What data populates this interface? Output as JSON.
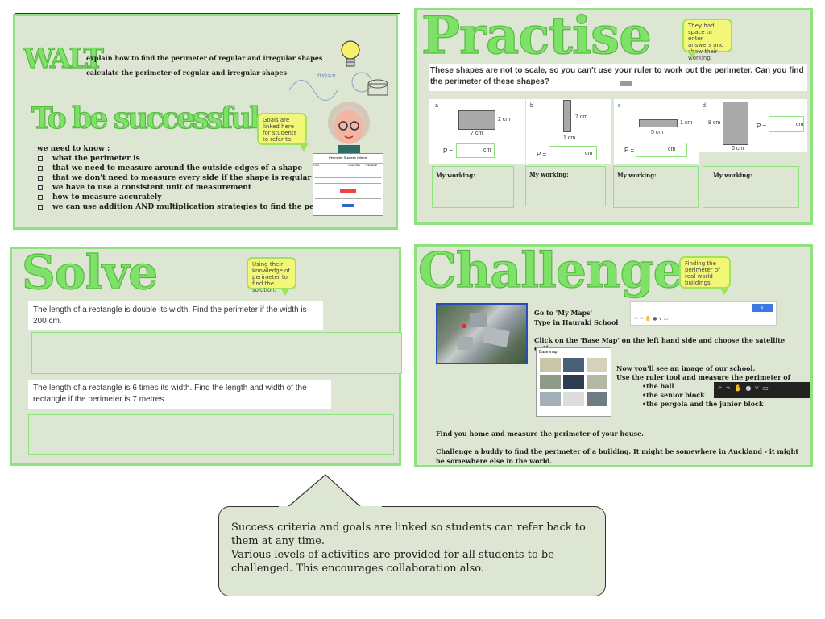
{
  "slide1": {
    "walt": "WALT",
    "goals": [
      "explain how to find the perimeter of regular and irregular shapes",
      "calculate the perimeter of regular and irregular shapes"
    ],
    "success_title": "To be successful",
    "need_title": "we need to know :",
    "criteria": [
      "what the perimeter is",
      "that we need to measure around the outside edges of a shape",
      "that we don't need to measure every side if the shape is regular",
      "we have to use a consistent unit of measurement",
      "how to measure accurately",
      "we can use addition AND multiplication strategies to find the perimeter"
    ],
    "callout": "Goals are linked here for students to refer to.",
    "thumb_title": "Perimeter Success Criteria",
    "thumb_cols": [
      "I can...",
      "I need help",
      "I can teach"
    ]
  },
  "slide2": {
    "title": "Practise",
    "callout": "They had space to enter answers and show their working.",
    "instruction": "These shapes are not to scale, so you can't use your ruler to work out the perimeter. Can you find the perimeter of these shapes?",
    "panels": [
      {
        "letter": "a",
        "side_label": "2 cm",
        "bottom_label": "7 cm",
        "p": "P =",
        "unit": "cm",
        "working": "My working:"
      },
      {
        "letter": "b",
        "side_label": "7 cm",
        "bottom_label": "1 cm",
        "p": "P =",
        "unit": "cm",
        "working": "My working:"
      },
      {
        "letter": "c",
        "side_label": "1 cm",
        "bottom_label": "5 cm",
        "p": "P =",
        "unit": "cm",
        "working": "My working:"
      },
      {
        "letter": "d",
        "side_label": "8 cm",
        "bottom_label": "6 cm",
        "p": "P =",
        "unit": "cm",
        "working": "My working:"
      }
    ]
  },
  "slide3": {
    "title": "Solve",
    "callout": "Using their knowledge of perimeter to find the solution.",
    "q1": "The length of a rectangle is double its width. Find the perimeter if the width is 200 cm.",
    "q2": "The length of a rectangle is 6 times its width. Find the length and width of the rectangle if the perimeter is 7 metres."
  },
  "slide4": {
    "title": "Challenge",
    "callout": "Finding the perimeter of real world buildings.",
    "line1": "Go to 'My Maps'",
    "line2": "Type in Hauraki School",
    "line3": "Click on the 'Base Map' on the left hand side and choose the satellite option.",
    "basemap_label": "Base map",
    "line4": "Now you'll see an image of our school.",
    "line5": "Use the ruler tool and measure the perimeter of",
    "bullets": [
      "•the hall",
      "•the senior block",
      "•the pergola and the junior block"
    ],
    "line6": "Find you home and measure the perimeter of your house.",
    "line7": "Challenge a buddy to find the perimeter of a building. It might be somewhere in Auckland - it might be somewhere else in the world.",
    "search_icon": "search-icon"
  },
  "note": {
    "line1": "Success criteria and goals are linked so students can refer back to them at any time.",
    "line2": "Various levels of activities are provided for all students to be challenged. This encourages collaboration also."
  }
}
